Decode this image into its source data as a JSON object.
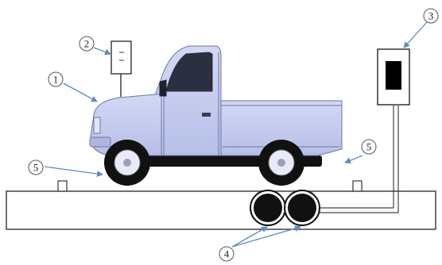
{
  "callouts": [
    {
      "id": "c1",
      "label": "1"
    },
    {
      "id": "c2",
      "label": "2"
    },
    {
      "id": "c3",
      "label": "3"
    },
    {
      "id": "c4",
      "label": "4"
    },
    {
      "id": "c5a",
      "label": "5"
    },
    {
      "id": "c5b",
      "label": "5"
    }
  ],
  "colors": {
    "truck_body": "#c6cdf0",
    "truck_outline": "#6c75a8",
    "leader_arrow": "#5b8bc7",
    "platform_outline": "#333333",
    "tire": "#111111",
    "display_screen": "#000000"
  }
}
